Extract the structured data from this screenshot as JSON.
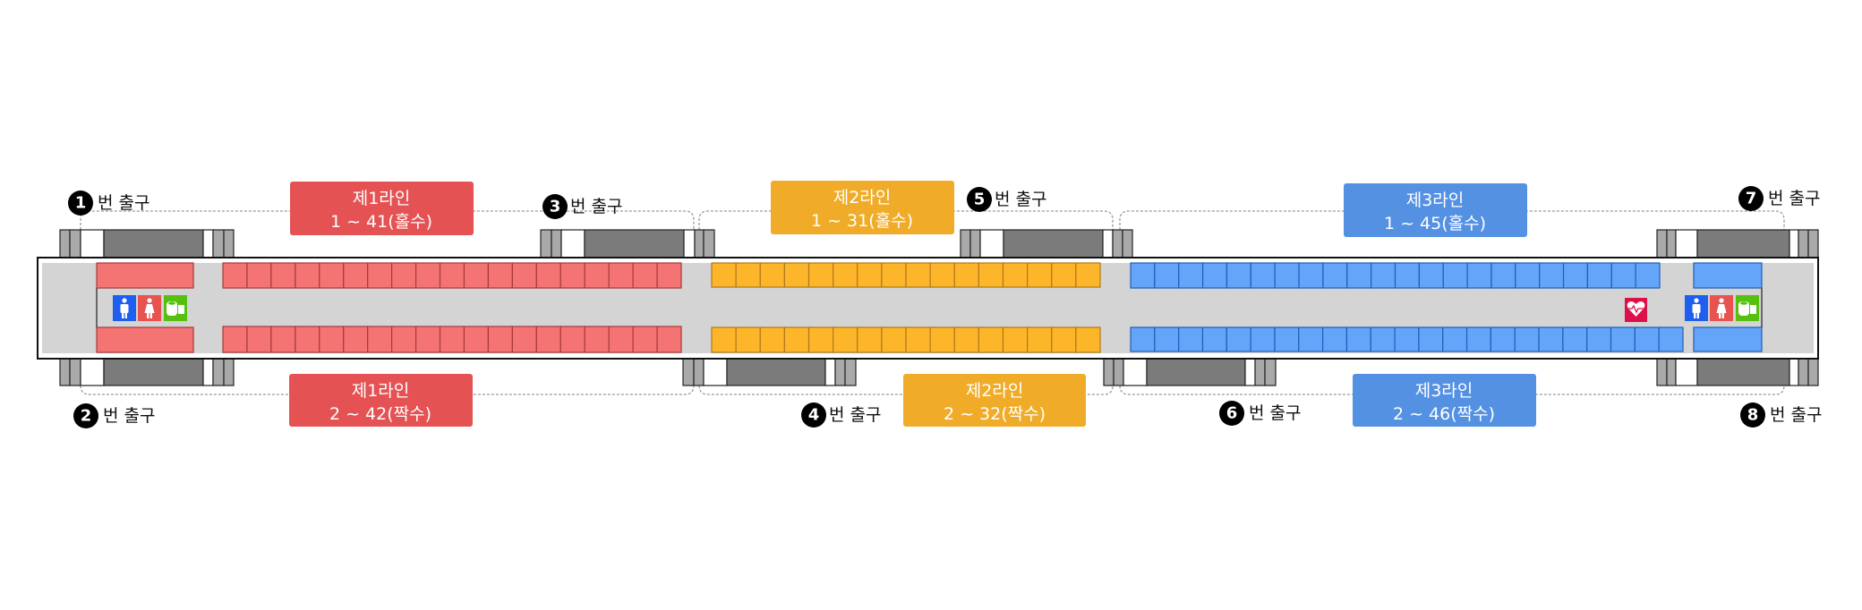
{
  "colors": {
    "line1": "#e55254",
    "line1_seat": "#f47474",
    "line1_seat_border": "#a83a3a",
    "line2": "#f0ac28",
    "line2_seat": "#fdb52a",
    "line2_seat_border": "#b07a1c",
    "line3": "#5591e3",
    "line3_seat": "#64a5f9",
    "line3_seat_border": "#1f5fb5",
    "corridor": "#d3d4d3",
    "stair_bar": "#a9a9a9",
    "stair_dark": "#7b7b7b",
    "men": "#1e5ff0",
    "women": "#e8524f",
    "toilet_paper": "#55c10e",
    "aed": "#de1049"
  },
  "labels": {
    "line1_top": {
      "title": "제1라인",
      "range": "1 ~ 41(홀수)"
    },
    "line1_bottom": {
      "title": "제1라인",
      "range": "2 ~ 42(짝수)"
    },
    "line2_top": {
      "title": "제2라인",
      "range": "1 ~ 31(홀수)"
    },
    "line2_bottom": {
      "title": "제2라인",
      "range": "2 ~ 32(짝수)"
    },
    "line3_top": {
      "title": "제3라인",
      "range": "1 ~ 45(홀수)"
    },
    "line3_bottom": {
      "title": "제3라인",
      "range": "2 ~ 46(짝수)"
    }
  },
  "exits": [
    {
      "number": "1",
      "label": "번 출구"
    },
    {
      "number": "2",
      "label": "번 출구"
    },
    {
      "number": "3",
      "label": "번 출구"
    },
    {
      "number": "4",
      "label": "번 출구"
    },
    {
      "number": "5",
      "label": "번 출구"
    },
    {
      "number": "6",
      "label": "번 출구"
    },
    {
      "number": "7",
      "label": "번 출구"
    },
    {
      "number": "8",
      "label": "번 출구"
    }
  ],
  "icons": {
    "men": "men-restroom-icon",
    "women": "women-restroom-icon",
    "toilet_paper": "toilet-paper-icon",
    "aed": "aed-heart-icon"
  }
}
